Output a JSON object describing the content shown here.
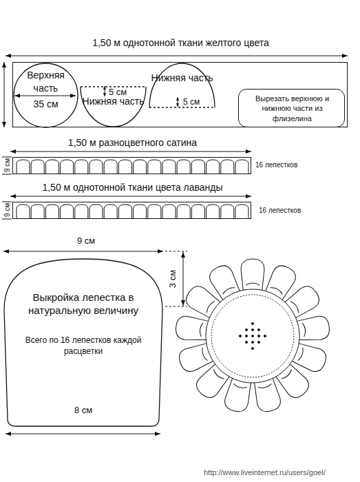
{
  "diagram": {
    "nodes": [
      {
        "text": [
          "1,50 м однотонной ткани желтого цвета"
        ]
      },
      {
        "text": [
          "Верхняя часть",
          "35 см"
        ],
        "in": 0
      },
      {
        "text": [
          "5 см",
          "Нижняя часть"
        ],
        "in": 0
      },
      {
        "text": [
          "Нижняя часть",
          "5 см"
        ],
        "in": 0
      },
      {
        "text": [
          "Вырезать верхнюю и нижнюю части из флизелина"
        ],
        "in": 0
      },
      {
        "text": [
          "1,50 м разноцветного сатина"
        ]
      },
      {
        "text": [
          "1,50 м однотонной ткани цвета лаванды"
        ]
      },
      {
        "text": [
          "Выкройка лепестка в натуральную величину",
          "Всего по 16 лепестков каждой расцветки"
        ]
      }
    ],
    "labels": [
      "9 см",
      "16 лепестков",
      "9 см",
      "16 лепестков",
      "9 см",
      "3 см",
      "8 см",
      "http://www.liveinternet.ru/users/goel/"
    ]
  }
}
